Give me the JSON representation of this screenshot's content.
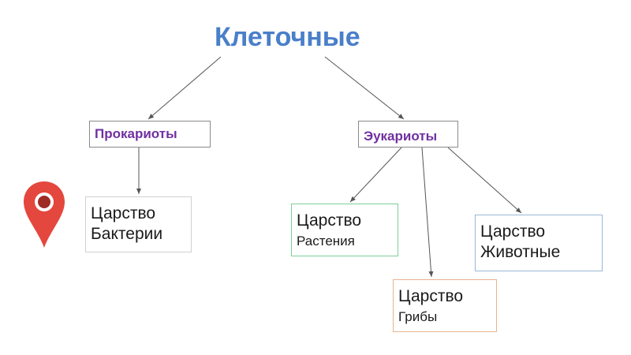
{
  "title": "Клеточные",
  "prokaryotes": {
    "label": "Прокариоты"
  },
  "eukaryotes": {
    "label": "Эукариоты"
  },
  "kingdoms": {
    "bacteria": {
      "line1": "Царство",
      "line2": "Бактерии"
    },
    "plants": {
      "line1": "Царство",
      "line2": "Растения"
    },
    "fungi": {
      "line1": "Царство",
      "line2": "Грибы"
    },
    "animals": {
      "line1": "Царство",
      "line2": "Животные"
    }
  },
  "icons": {
    "pin": "map-pin-icon"
  },
  "colors": {
    "title": "#4a7fc9",
    "group_label": "#7030a0",
    "pin": "#e4473d"
  }
}
